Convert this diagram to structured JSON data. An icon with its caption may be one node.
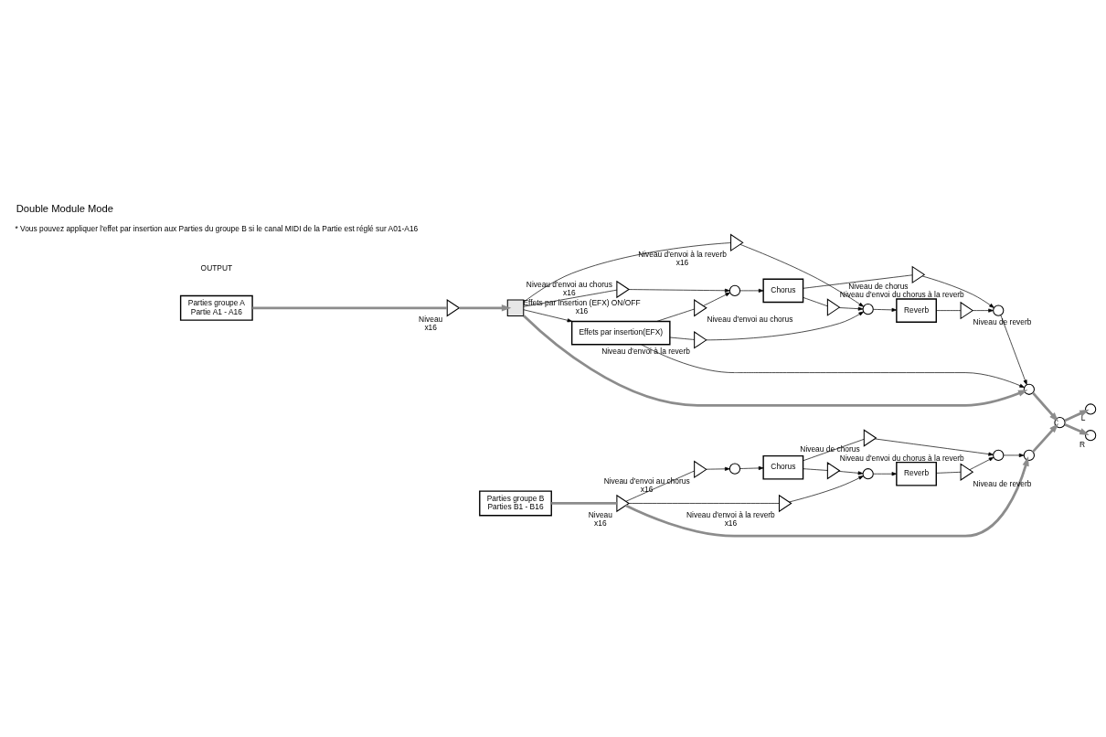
{
  "diagram": {
    "title": "Double Module Mode",
    "nodes": [
      {
        "text": [
          "Parties groupe A",
          "Partie A1 - A16"
        ]
      },
      {
        "text": [],
        "shape": "triangle",
        "beside": [
          "Niveau",
          "x16"
        ]
      },
      {
        "text": [],
        "shape": "box",
        "beside": [
          "Effets par insertion (EFX) ON/OFF",
          "x16"
        ]
      },
      {
        "text": [],
        "shape": "triangle",
        "beside": [
          "Niveau d'envoi à la reverb",
          "x16"
        ]
      },
      {
        "text": [],
        "shape": "triangle",
        "beside": [
          "Niveau d'envoi au chorus",
          "x16"
        ]
      },
      {
        "text": [
          "Effets par insertion(EFX)"
        ]
      },
      {
        "text": [],
        "shape": "triangle",
        "beside": [
          "Niveau d'envoi à la reverb"
        ]
      },
      {
        "text": [],
        "shape": "triangle",
        "beside": [
          "Niveau d'envoi au chorus"
        ]
      },
      {
        "text": [],
        "shape": "circle"
      },
      {
        "text": [
          "Reverb"
        ]
      },
      {
        "text": [],
        "shape": "circle"
      },
      {
        "text": [
          "Chorus"
        ]
      },
      {
        "text": [],
        "shape": "triangle",
        "beside": [
          "Niveau d'envoi du chorus à la reverb"
        ]
      },
      {
        "text": [],
        "shape": "triangle",
        "beside": [
          "Niveau de reverb"
        ]
      },
      {
        "text": [],
        "shape": "triangle",
        "beside": [
          "Niveau de chorus"
        ]
      },
      {
        "text": [],
        "shape": "circle"
      },
      {
        "text": [],
        "shape": "circle"
      },
      {
        "text": [
          "Parties groupe B",
          "Parties B1 - B16"
        ]
      },
      {
        "text": [],
        "shape": "triangle",
        "beside": [
          "Niveau",
          "x16"
        ]
      },
      {
        "text": [],
        "shape": "triangle",
        "beside": [
          "Niveau d'envoi à la reverb",
          "x16"
        ]
      },
      {
        "text": [],
        "shape": "triangle",
        "beside": [
          "Niveau d'envoi au chorus",
          "x16"
        ]
      },
      {
        "text": [],
        "shape": "circle"
      },
      {
        "text": [
          "Reverb"
        ]
      },
      {
        "text": [],
        "shape": "circle"
      },
      {
        "text": [
          "Chorus"
        ]
      },
      {
        "text": [],
        "shape": "triangle",
        "beside": [
          "Niveau d'envoi du chorus à la reverb"
        ]
      },
      {
        "text": [],
        "shape": "triangle",
        "beside": [
          "Niveau de reverb"
        ]
      },
      {
        "text": [],
        "shape": "triangle",
        "beside": [
          "Niveau de chorus"
        ]
      },
      {
        "text": [],
        "shape": "circle"
      },
      {
        "text": [],
        "shape": "circle"
      },
      {
        "text": [],
        "shape": "circle"
      },
      {
        "text": [],
        "shape": "circle",
        "beside": [
          "L"
        ]
      },
      {
        "text": [],
        "shape": "circle",
        "beside": [
          "R"
        ]
      }
    ],
    "edges": [
      {
        "from": 0,
        "to": 1,
        "arrow": "none",
        "style": "thick",
        "color": "#8c8c8c"
      },
      {
        "from": 1,
        "to": 2,
        "arrow": "to",
        "style": "thick",
        "color": "#8c8c8c"
      },
      {
        "from": 2,
        "to": 3,
        "arrow": "none"
      },
      {
        "from": 2,
        "to": 4,
        "arrow": "none"
      },
      {
        "from": 2,
        "to": 16,
        "arrow": "to",
        "style": "thick",
        "color": "#8c8c8c"
      },
      {
        "from": 2,
        "to": 5,
        "arrow": "to"
      },
      {
        "from": 3,
        "to": 8,
        "arrow": "to"
      },
      {
        "from": 4,
        "to": 10,
        "arrow": "to"
      },
      {
        "from": 5,
        "to": 6,
        "arrow": "none"
      },
      {
        "from": 5,
        "to": 7,
        "arrow": "none"
      },
      {
        "from": 5,
        "to": 16,
        "arrow": "to"
      },
      {
        "from": 6,
        "to": 8,
        "arrow": "to"
      },
      {
        "from": 7,
        "to": 10,
        "arrow": "to"
      },
      {
        "from": 8,
        "to": 9,
        "arrow": "to"
      },
      {
        "from": 10,
        "to": 11,
        "arrow": "to"
      },
      {
        "from": 9,
        "to": 13,
        "arrow": "none"
      },
      {
        "from": 13,
        "to": 15,
        "arrow": "to"
      },
      {
        "from": 11,
        "to": 14,
        "arrow": "none"
      },
      {
        "from": 14,
        "to": 15,
        "arrow": "to"
      },
      {
        "from": 11,
        "to": 12,
        "arrow": "none"
      },
      {
        "from": 12,
        "to": 8,
        "arrow": "to"
      },
      {
        "from": 15,
        "to": 16,
        "arrow": "to"
      },
      {
        "from": 16,
        "to": 30,
        "arrow": "to",
        "style": "thick",
        "color": "#8c8c8c"
      },
      {
        "from": 17,
        "to": 18,
        "arrow": "none",
        "style": "thick",
        "color": "#8c8c8c"
      },
      {
        "from": 18,
        "to": 19,
        "arrow": "none"
      },
      {
        "from": 18,
        "to": 20,
        "arrow": "none"
      },
      {
        "from": 18,
        "to": 29,
        "arrow": "to",
        "style": "thick",
        "color": "#8c8c8c"
      },
      {
        "from": 19,
        "to": 21,
        "arrow": "to"
      },
      {
        "from": 20,
        "to": 23,
        "arrow": "to"
      },
      {
        "from": 21,
        "to": 22,
        "arrow": "to"
      },
      {
        "from": 23,
        "to": 24,
        "arrow": "to"
      },
      {
        "from": 22,
        "to": 26,
        "arrow": "none"
      },
      {
        "from": 26,
        "to": 28,
        "arrow": "to"
      },
      {
        "from": 24,
        "to": 27,
        "arrow": "none"
      },
      {
        "from": 27,
        "to": 28,
        "arrow": "to"
      },
      {
        "from": 24,
        "to": 25,
        "arrow": "none"
      },
      {
        "from": 25,
        "to": 21,
        "arrow": "to"
      },
      {
        "from": 28,
        "to": 29,
        "arrow": "to"
      },
      {
        "from": 29,
        "to": 30,
        "arrow": "to",
        "style": "thick",
        "color": "#8c8c8c"
      },
      {
        "from": 30,
        "to": 31,
        "arrow": "to",
        "style": "thick",
        "color": "#8c8c8c"
      },
      {
        "from": 30,
        "to": 32,
        "arrow": "to",
        "style": "thick",
        "color": "#8c8c8c"
      }
    ],
    "labels": [
      "OUTPUT",
      "* Vous pouvez appliquer l'effet par insertion aux Parties du groupe B si le canal MIDI de la Partie est réglé sur A01-A16"
    ]
  }
}
